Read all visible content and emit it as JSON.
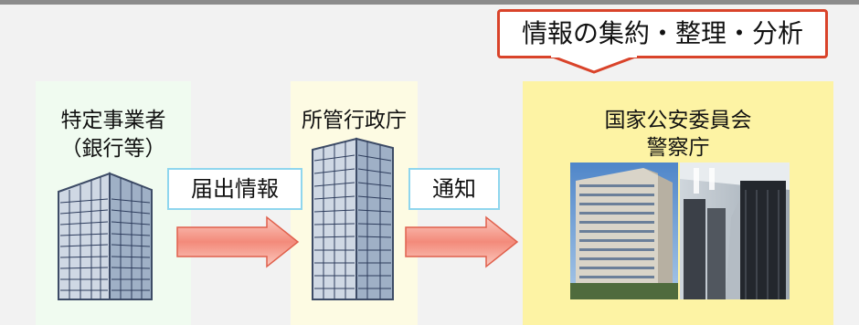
{
  "callout": {
    "text": "情報の集約・整理・分析"
  },
  "entities": {
    "business": {
      "line1": "特定事業者",
      "line2": "（銀行等）"
    },
    "agency": {
      "label": "所管行政庁"
    },
    "npsc": {
      "line1": "国家公安委員会",
      "line2": "警察庁"
    }
  },
  "flows": {
    "report": {
      "label": "届出情報"
    },
    "notify": {
      "label": "通知"
    }
  },
  "colors": {
    "callout_border": "#d9432a",
    "arrow_fill": "#f38a7a",
    "label_border": "#8fd6ee",
    "npsc_panel": "#fdf3a4",
    "business_panel": "#f0fbf0",
    "agency_panel": "#fdfbe3"
  },
  "icons": {
    "business": "office-building-icon",
    "agency": "government-building-icon",
    "npsc_photo": "building-and-server-room-photo"
  }
}
